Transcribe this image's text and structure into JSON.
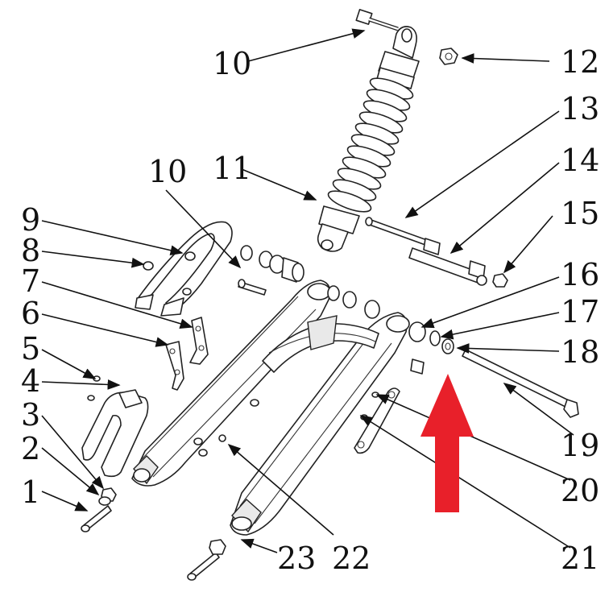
{
  "callouts": [
    {
      "id": "c10a",
      "label": "10"
    },
    {
      "id": "c12",
      "label": "12"
    },
    {
      "id": "c13",
      "label": "13"
    },
    {
      "id": "c14",
      "label": "14"
    },
    {
      "id": "c11",
      "label": "11"
    },
    {
      "id": "c10b",
      "label": "10"
    },
    {
      "id": "c15",
      "label": "15"
    },
    {
      "id": "c9",
      "label": "9"
    },
    {
      "id": "c8",
      "label": "8"
    },
    {
      "id": "c7",
      "label": "7"
    },
    {
      "id": "c16",
      "label": "16"
    },
    {
      "id": "c17",
      "label": "17"
    },
    {
      "id": "c6",
      "label": "6"
    },
    {
      "id": "c18",
      "label": "18"
    },
    {
      "id": "c5",
      "label": "5"
    },
    {
      "id": "c4",
      "label": "4"
    },
    {
      "id": "c3",
      "label": "3"
    },
    {
      "id": "c19",
      "label": "19"
    },
    {
      "id": "c2",
      "label": "2"
    },
    {
      "id": "c20",
      "label": "20"
    },
    {
      "id": "c1",
      "label": "1"
    },
    {
      "id": "c23",
      "label": "23"
    },
    {
      "id": "c22",
      "label": "22"
    },
    {
      "id": "c21",
      "label": "21"
    }
  ],
  "highlight": {
    "arrow_color": "#e8202a"
  },
  "colors": {
    "line": "#222222",
    "background": "#ffffff"
  }
}
